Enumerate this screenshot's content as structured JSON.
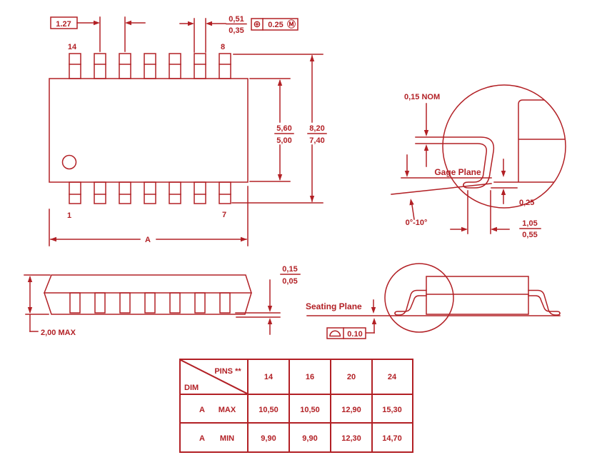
{
  "drawing": {
    "line_color": "#b22025",
    "background": "#ffffff",
    "top_view": {
      "pitch": "1.27",
      "lead_width_max": "0,51",
      "lead_width_min": "0,35",
      "position_symbol": "⊕",
      "position_tol": "0.25",
      "mmc_symbol": "Ⓜ",
      "pin_top_left": "14",
      "pin_top_right": "8",
      "pin_bottom_left": "1",
      "pin_bottom_right": "7",
      "body_width_max": "5,60",
      "body_width_min": "5,00",
      "span_max": "8,20",
      "span_min": "7,40",
      "length_label": "A"
    },
    "lead_detail": {
      "thickness": "0,15 NOM",
      "gage_plane": "Gage Plane",
      "angle": "0°-10°",
      "gage_offset": "0,25",
      "foot_length_max": "1,05",
      "foot_length_min": "0,55"
    },
    "side_view": {
      "height": "2,00 MAX",
      "standoff_max": "0,15",
      "standoff_min": "0,05"
    },
    "seating_view": {
      "label": "Seating Plane",
      "flatness_tol": "0.10"
    },
    "table": {
      "header_pins": "PINS **",
      "header_dim": "DIM",
      "columns": [
        "14",
        "16",
        "20",
        "24"
      ],
      "rows": [
        {
          "dim": "A",
          "type": "MAX",
          "values": [
            "10,50",
            "10,50",
            "12,90",
            "15,30"
          ]
        },
        {
          "dim": "A",
          "type": "MIN",
          "values": [
            "9,90",
            "9,90",
            "12,30",
            "14,70"
          ]
        }
      ]
    }
  }
}
